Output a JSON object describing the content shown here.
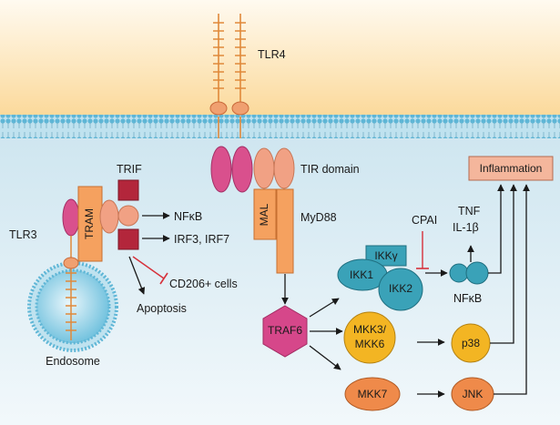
{
  "labels": {
    "tlr4": "TLR4",
    "tir_domain": "TIR domain",
    "myd88": "MyD88",
    "mal": "MAL",
    "tram": "TRAM",
    "trif": "TRIF",
    "tlr3": "TLR3",
    "endosome": "Endosome",
    "nfkb_out": "NFκB",
    "irf": "IRF3, IRF7",
    "cd206": "CD206+ cells",
    "apoptosis": "Apoptosis",
    "traf6": "TRAF6",
    "ikkg": "IKKγ",
    "ikk1": "IKK1",
    "ikk2": "IKK2",
    "cpai": "CPAI",
    "tnf": "TNF",
    "il1b": "IL-1β",
    "nfkb": "NFκB",
    "inflammation": "Inflammation",
    "mkk36_line1": "MKK3/",
    "mkk36_line2": "MKK6",
    "p38": "p38",
    "mkk7": "MKK7",
    "jnk": "JNK"
  },
  "colors": {
    "extracellular": "#fbe3b0",
    "cytoplasm": "#dcecf3",
    "membrane": "#a9d6e8",
    "tir_pink": "#d9508d",
    "tir_salmon": "#f1a184",
    "myd88_orange": "#f5a15f",
    "trif_red": "#b3263b",
    "endosome_blue": "#6ec3e0",
    "ikk_teal": "#3aa2b8",
    "mkk36_yellow": "#f3b523",
    "mkk7_orange": "#ef8a4a",
    "traf6_pink": "#d6478a",
    "inflammation_box": "#f4b69c",
    "inhibitor_red": "#d6303a"
  }
}
